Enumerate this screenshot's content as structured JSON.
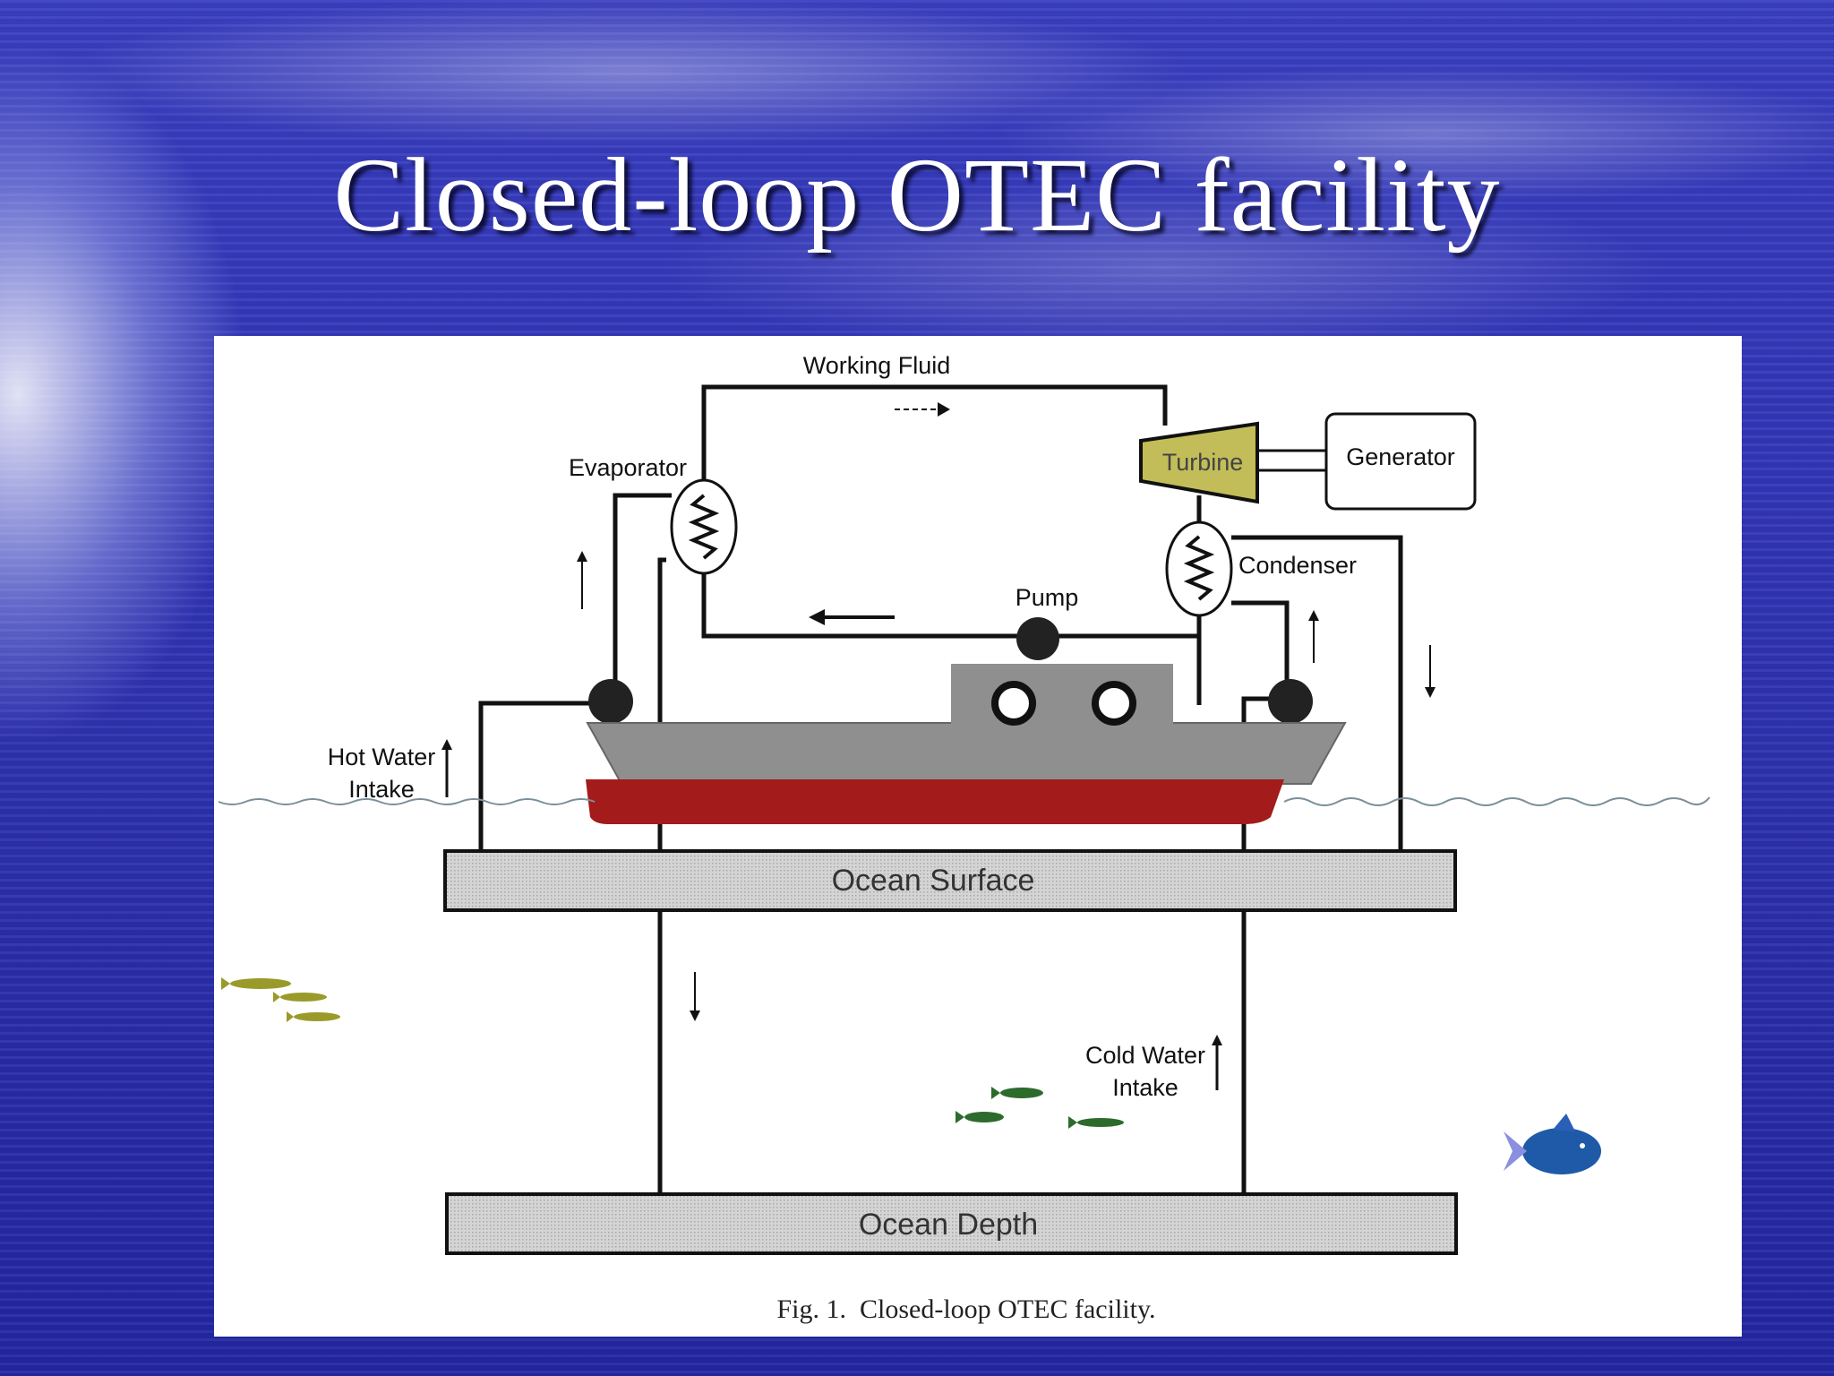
{
  "slide": {
    "title": "Closed-loop OTEC facility"
  },
  "diagram": {
    "labels": {
      "working_fluid": "Working Fluid",
      "evaporator": "Evaporator",
      "turbine": "Turbine",
      "generator": "Generator",
      "condenser": "Condenser",
      "pump": "Pump",
      "hot_water_intake_line1": "Hot Water",
      "hot_water_intake_line2": "Intake",
      "ocean_surface": "Ocean Surface",
      "cold_water_intake_line1": "Cold Water",
      "cold_water_intake_line2": "Intake",
      "ocean_depth": "Ocean Depth"
    },
    "caption": "Fig. 1.  Closed-loop OTEC facility.",
    "colors": {
      "hull": "#a31b1b",
      "deck": "#8f8f8f",
      "turbine": "#c2bd58",
      "platform": "#cfcfcf",
      "pipe": "#111111"
    }
  }
}
